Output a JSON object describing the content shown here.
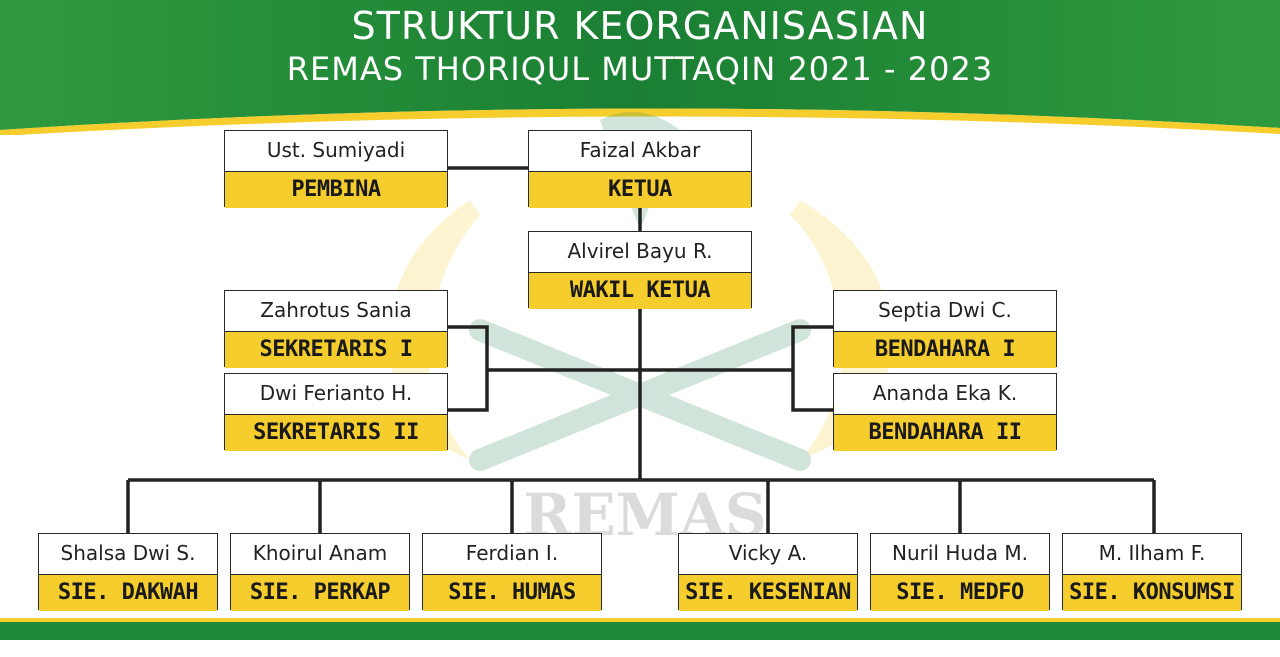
{
  "header": {
    "title_line1": "STRUKTUR KEORGANISASIAN",
    "title_line2": "REMAS THORIQUL MUTTAQIN 2021 - 2023"
  },
  "watermark": {
    "text": "REMAS"
  },
  "colors": {
    "green": "#1f8a3a",
    "yellow": "#f5cd2d",
    "line": "#222222"
  },
  "nodes": {
    "pembina": {
      "name": "Ust. Sumiyadi",
      "role": "PEMBINA"
    },
    "ketua": {
      "name": "Faizal Akbar",
      "role": "KETUA"
    },
    "wakil": {
      "name": "Alvirel Bayu R.",
      "role": "WAKIL KETUA"
    },
    "sekretaris1": {
      "name": "Zahrotus Sania",
      "role": "SEKRETARIS I"
    },
    "sekretaris2": {
      "name": "Dwi Ferianto H.",
      "role": "SEKRETARIS II"
    },
    "bendahara1": {
      "name": "Septia Dwi C.",
      "role": "BENDAHARA I"
    },
    "bendahara2": {
      "name": "Ananda Eka K.",
      "role": "BENDAHARA II"
    },
    "dakwah": {
      "name": "Shalsa Dwi S.",
      "role": "SIE. DAKWAH"
    },
    "perkap": {
      "name": "Khoirul Anam",
      "role": "SIE. PERKAP"
    },
    "humas": {
      "name": "Ferdian I.",
      "role": "SIE. HUMAS"
    },
    "kesenian": {
      "name": "Vicky A.",
      "role": "SIE. KESENIAN"
    },
    "medfo": {
      "name": "Nuril Huda M.",
      "role": "SIE. MEDFO"
    },
    "konsumsi": {
      "name": "M. Ilham F.",
      "role": "SIE. KONSUMSI"
    }
  }
}
